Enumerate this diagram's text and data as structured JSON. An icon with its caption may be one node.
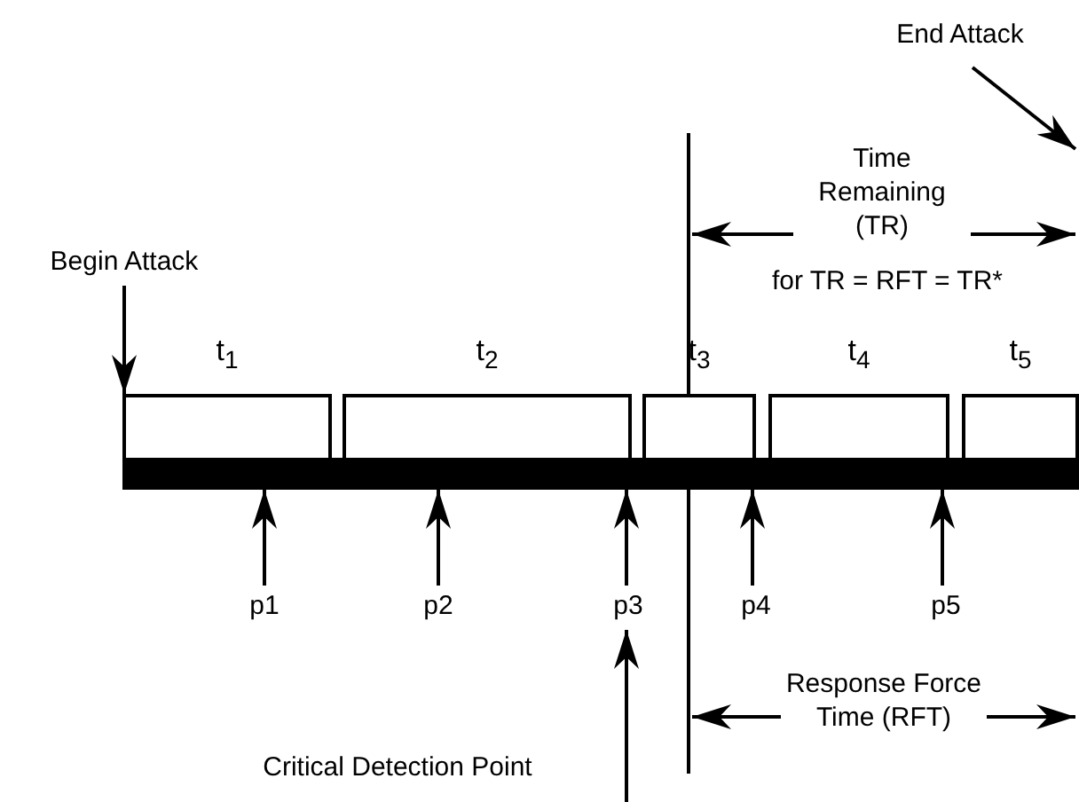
{
  "diagram": {
    "nodes": [
      {
        "text": [
          "Begin Attack"
        ]
      },
      {
        "text": [
          "End Attack"
        ]
      },
      {
        "text": [
          "t$_{1}$"
        ]
      },
      {
        "text": [
          "t$_{2}$"
        ]
      },
      {
        "text": [
          "t$_{3}$"
        ]
      },
      {
        "text": [
          "t$_{4}$"
        ]
      },
      {
        "text": [
          "t$_{5}$"
        ]
      },
      {
        "text": [],
        "shape": "bar"
      },
      {
        "text": [
          "p1"
        ]
      },
      {
        "text": [
          "p2"
        ]
      },
      {
        "text": [
          "p3"
        ]
      },
      {
        "text": [
          "p4"
        ]
      },
      {
        "text": [
          "p5"
        ]
      },
      {
        "text": [
          "Critical Detection Point"
        ]
      }
    ],
    "edges": [
      {
        "from": 0,
        "to": 2,
        "arrow": "to"
      },
      {
        "from": 1,
        "to": null,
        "arrow": "to"
      },
      {
        "from": 8,
        "to": 7,
        "arrow": "to"
      },
      {
        "from": 9,
        "to": 7,
        "arrow": "to"
      },
      {
        "from": 10,
        "to": 7,
        "arrow": "to"
      },
      {
        "from": 11,
        "to": 7,
        "arrow": "to"
      },
      {
        "from": 12,
        "to": 7,
        "arrow": "to"
      },
      {
        "from": 13,
        "to": 10,
        "arrow": "to"
      }
    ],
    "labels": [
      "Time Remaining (TR)",
      "for TR = RFT = TR*",
      "Response Force Time (RFT)"
    ]
  }
}
